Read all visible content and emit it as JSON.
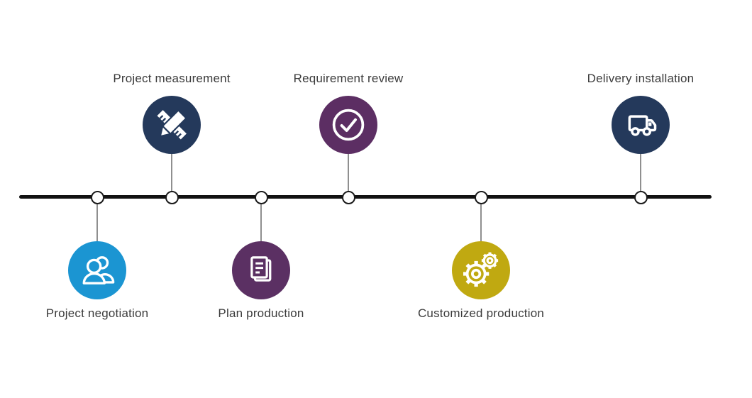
{
  "diagram": {
    "type": "process-timeline",
    "background": "#ffffff",
    "axis": {
      "color": "#121212",
      "thickness_px": 5
    },
    "node_style": {
      "fill": "#ffffff",
      "border": "#1a1a1a"
    },
    "connector_color": "#8f8f8f",
    "label_color": "#3b3b3b",
    "steps": [
      {
        "label": "Project negotiation",
        "icon": "people-icon",
        "color": "#1B95D2",
        "position": "below"
      },
      {
        "label": "Project measurement",
        "icon": "ruler-pencil-icon",
        "color": "#24395B",
        "position": "above"
      },
      {
        "label": "Plan production",
        "icon": "document-icon",
        "color": "#5B3063",
        "position": "below"
      },
      {
        "label": "Requirement review",
        "icon": "check-circle-icon",
        "color": "#5C2E63",
        "position": "above"
      },
      {
        "label": "Customized production",
        "icon": "gears-icon",
        "color": "#C0A911",
        "position": "below"
      },
      {
        "label": "Delivery installation",
        "icon": "truck-icon",
        "color": "#24395B",
        "position": "above"
      }
    ]
  }
}
